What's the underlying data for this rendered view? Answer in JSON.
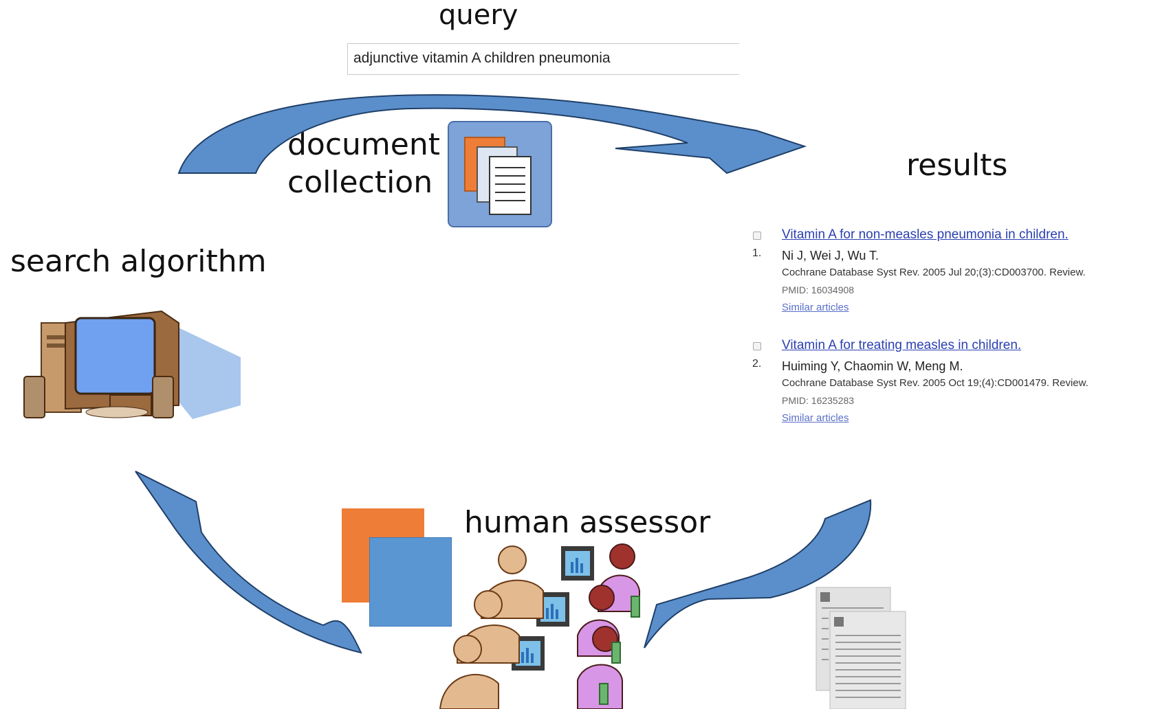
{
  "labels": {
    "query": "query",
    "document_collection_line1": "document",
    "document_collection_line2": "collection",
    "results": "results",
    "search_algorithm": "search algorithm",
    "human_assessor": "human assessor"
  },
  "query_box": {
    "value": "adjunctive vitamin A children pneumonia"
  },
  "results": [
    {
      "number": "1.",
      "title": "Vitamin A for non-measles pneumonia in children.",
      "authors": "Ni J, Wei J, Wu T.",
      "citation": "Cochrane Database Syst Rev. 2005 Jul 20;(3):CD003700. Review.",
      "pmid": "PMID: 16034908",
      "similar": "Similar articles"
    },
    {
      "number": "2.",
      "title": "Vitamin A for treating measles in children.",
      "authors": "Huiming Y, Chaomin W, Meng M.",
      "citation": "Cochrane Database Syst Rev. 2005 Oct 19;(4):CD001479. Review.",
      "pmid": "PMID: 16235283",
      "similar": "Similar articles"
    }
  ],
  "colors": {
    "arrow_fill": "#5b8fcb",
    "arrow_stroke": "#1f3f68",
    "square_orange": "#ee7d38",
    "square_blue": "#5a96d2",
    "link_blue": "#2a3fb1"
  },
  "icons": {
    "document_collection": "stacked-documents-icon",
    "computer": "desktop-computer-icon",
    "assessors": "people-at-computers-icon",
    "judged_documents": "document-pages-icon"
  }
}
